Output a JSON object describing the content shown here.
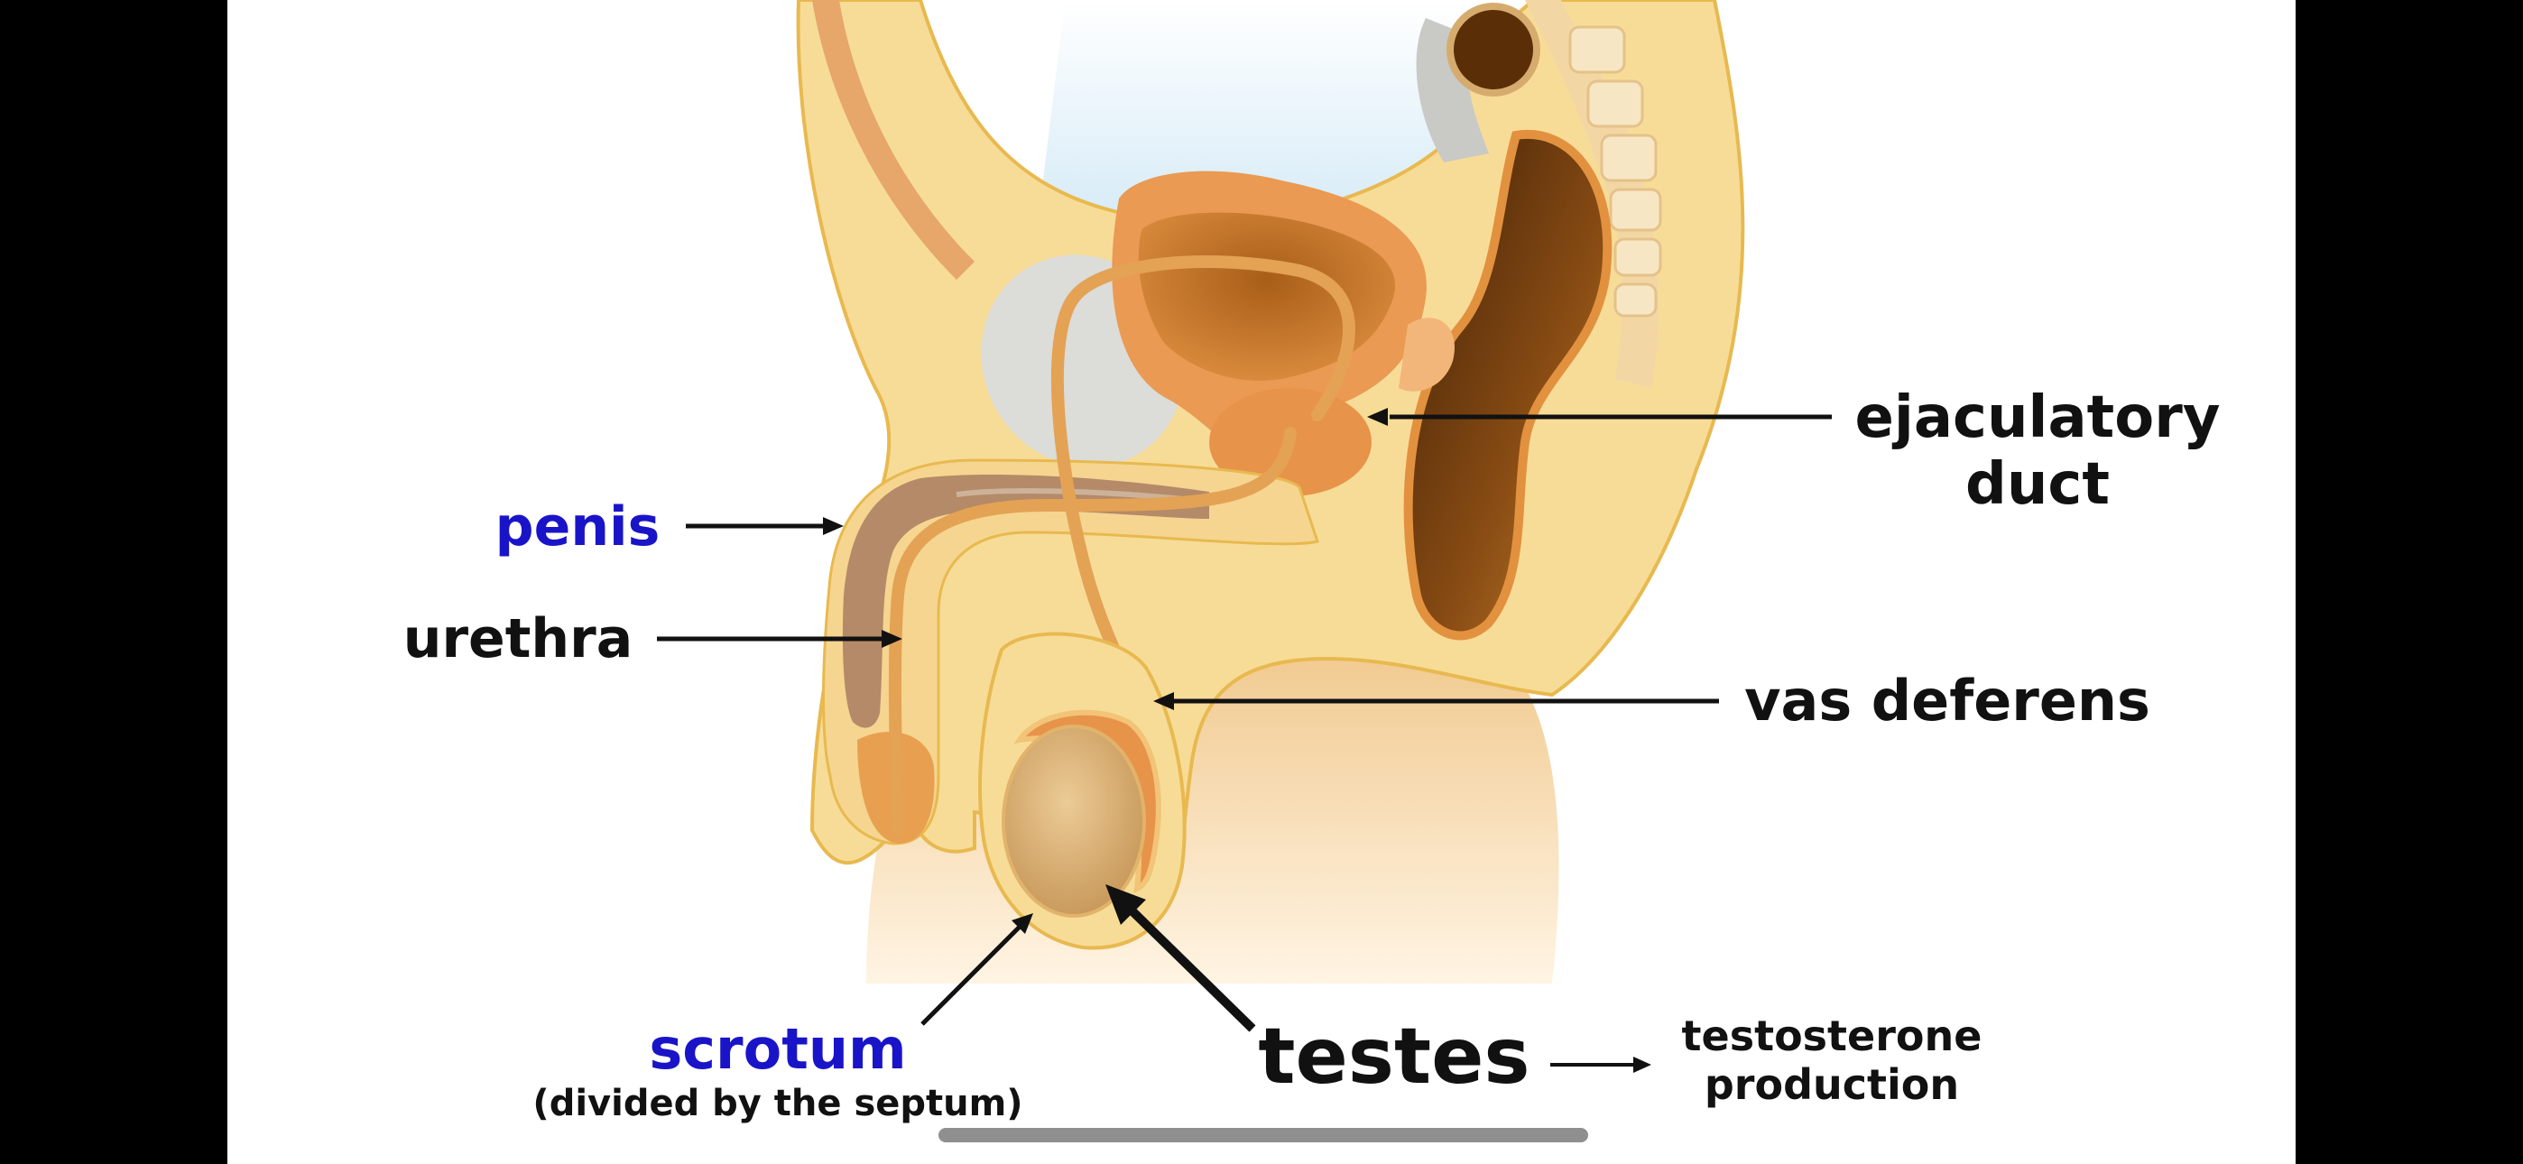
{
  "labels": {
    "penis": "penis",
    "urethra": "urethra",
    "ejaculatory_duct_line1": "ejaculatory",
    "ejaculatory_duct_line2": "duct",
    "vas_deferens": "vas deferens",
    "scrotum": "scrotum",
    "scrotum_note": "(divided by the septum)",
    "testes": "testes",
    "testosterone_line1": "testosterone",
    "testosterone_line2": "production"
  },
  "colors": {
    "highlight_label": "#1a14c8",
    "plain_label": "#111111",
    "tissue": "#f7dc98",
    "tissue_outline": "#e8b94f",
    "organ_orange": "#e8934a",
    "bladder_inner": "#b86a1c",
    "colon_dark": "#6b3a10",
    "sky_blue": "#bfe0f3",
    "skin": "#f3c98f",
    "testis": "#d9b07a"
  },
  "icons": {
    "indicator": "home-indicator-bar"
  }
}
